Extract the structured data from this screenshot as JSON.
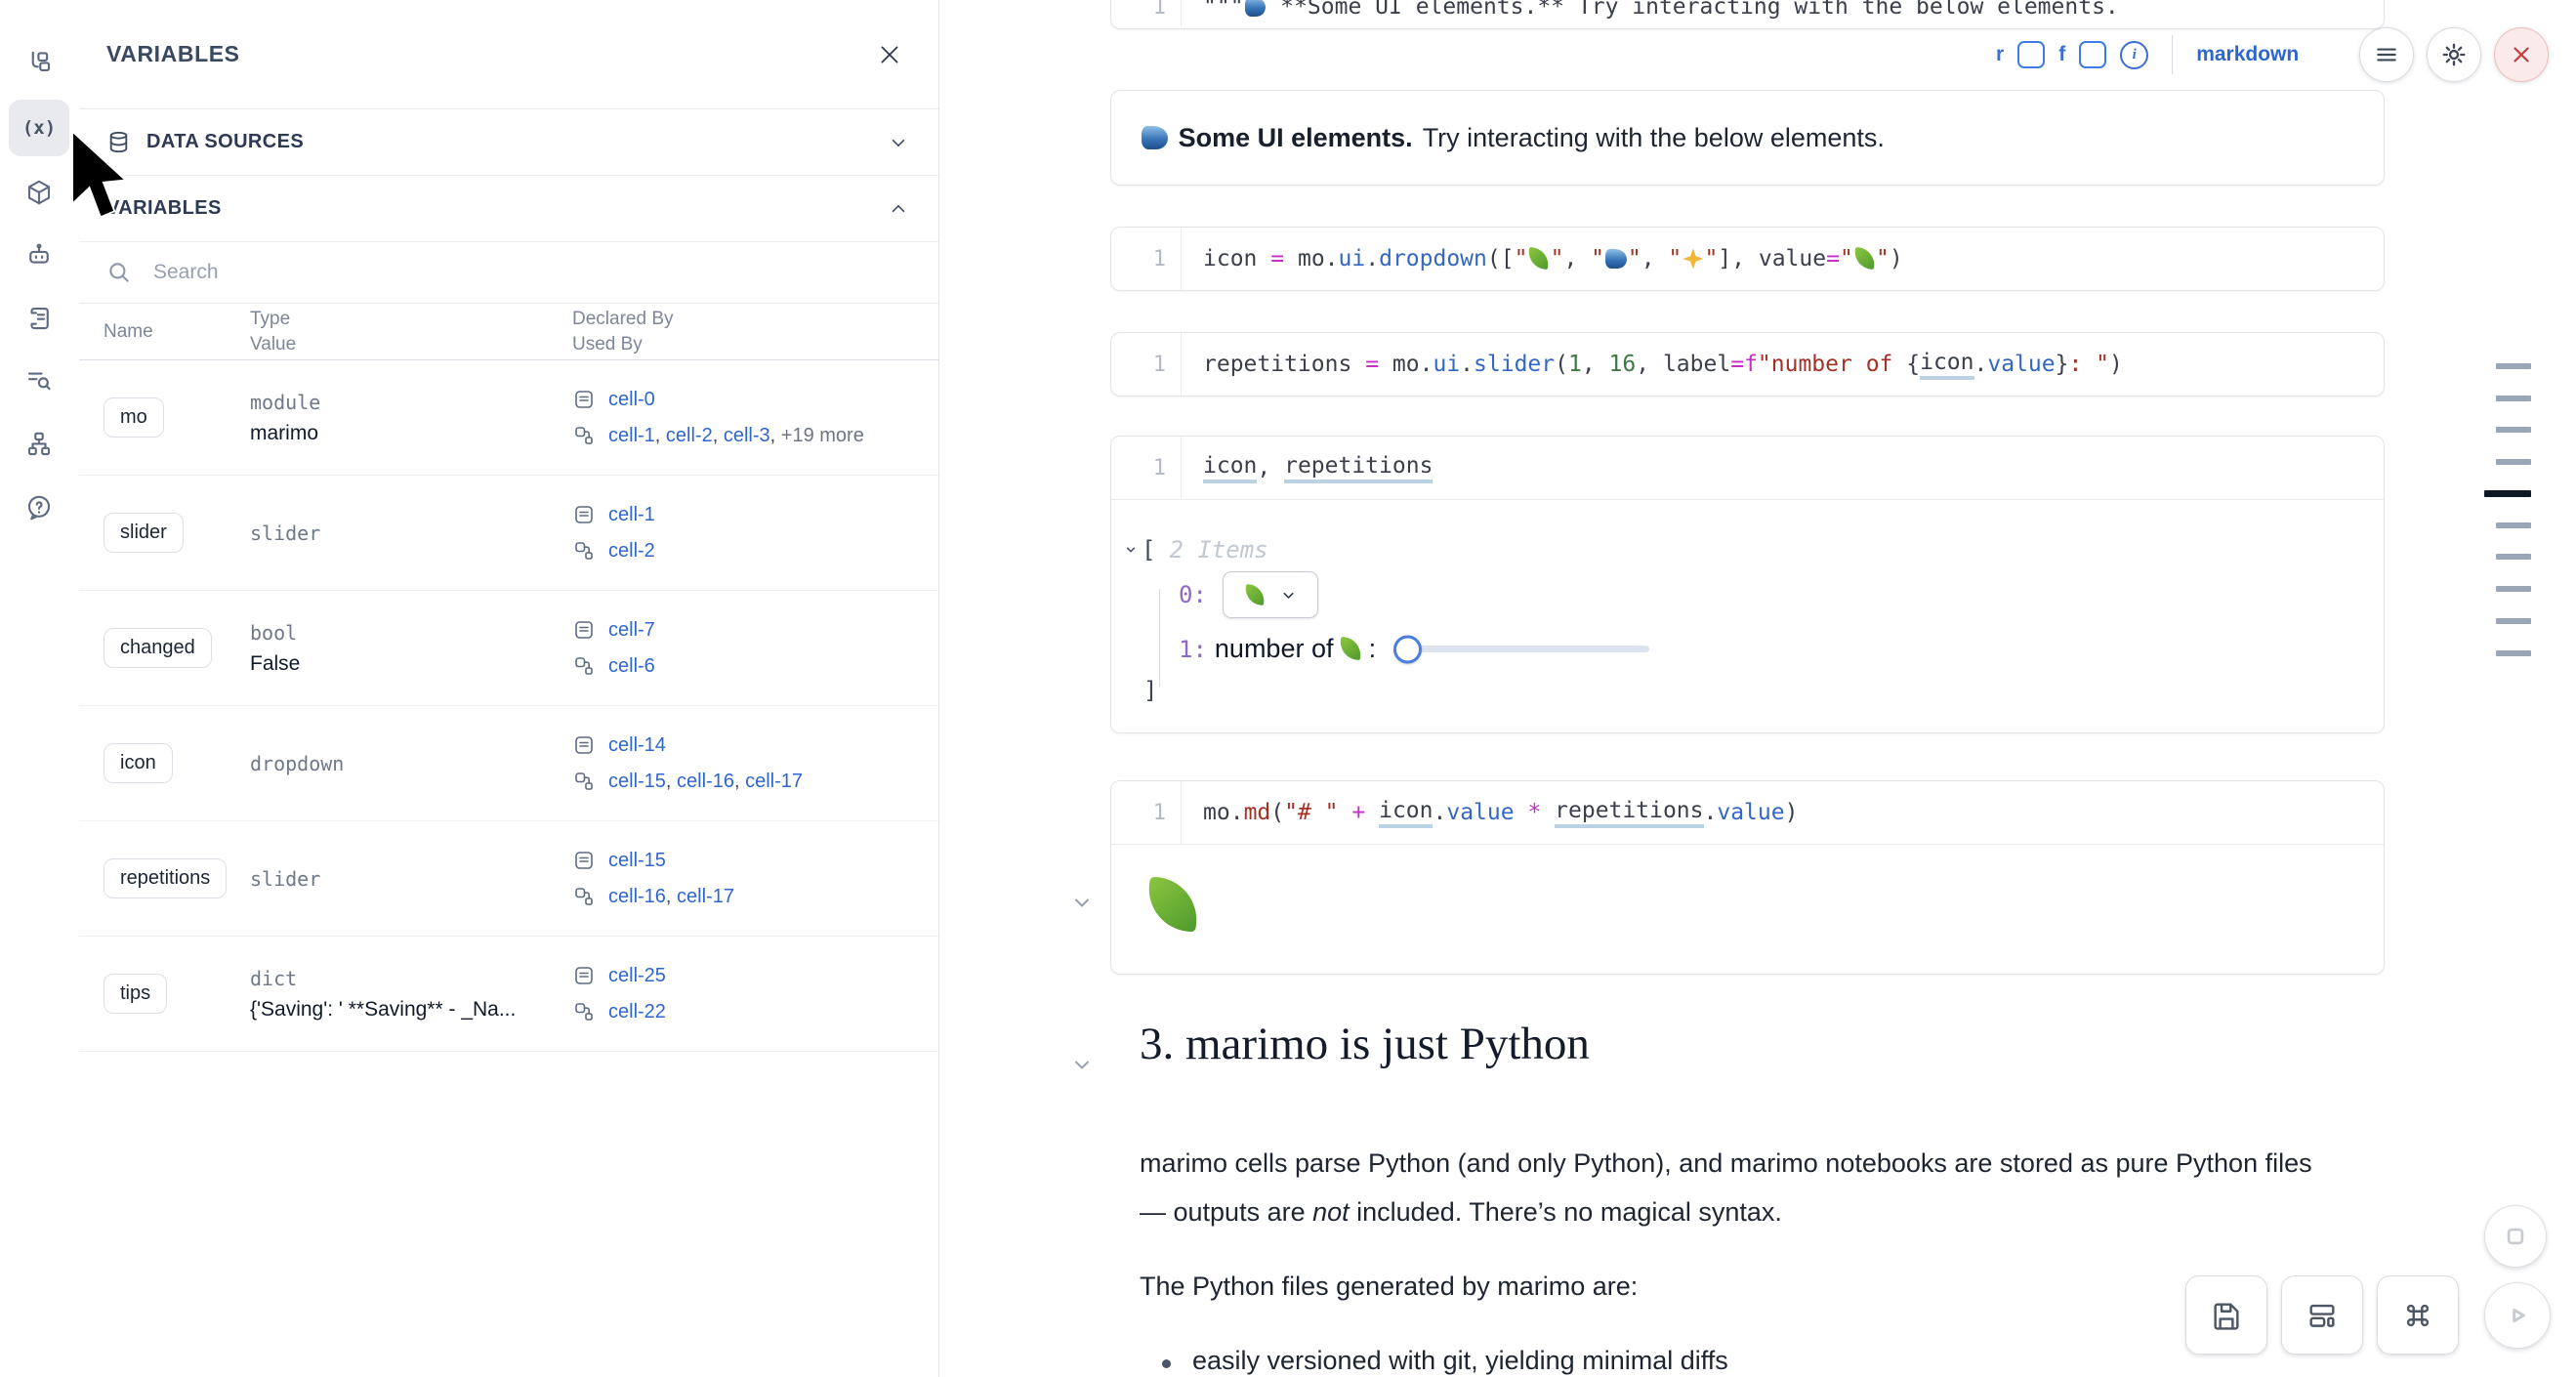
{
  "activity_bar": {
    "variables_glyph": "(x)"
  },
  "panel": {
    "title": "VARIABLES",
    "data_sources_label": "DATA SOURCES",
    "variables_label": "VARIABLES",
    "search_placeholder": "Search",
    "table": {
      "col_name": "Name",
      "col_type": "Type",
      "col_value": "Value",
      "col_declared": "Declared By",
      "col_used": "Used By",
      "rows": [
        {
          "name": "mo",
          "type": "module",
          "value": "marimo",
          "declared_by": [
            "cell-0"
          ],
          "used_by": [
            "cell-1",
            "cell-2",
            "cell-3"
          ],
          "more": "+19 more"
        },
        {
          "name": "slider",
          "type": "slider",
          "value": "",
          "declared_by": [
            "cell-1"
          ],
          "used_by": [
            "cell-2"
          ],
          "more": ""
        },
        {
          "name": "changed",
          "type": "bool",
          "value": "False",
          "declared_by": [
            "cell-7"
          ],
          "used_by": [
            "cell-6"
          ],
          "more": ""
        },
        {
          "name": "icon",
          "type": "dropdown",
          "value": "",
          "declared_by": [
            "cell-14"
          ],
          "used_by": [
            "cell-15",
            "cell-16",
            "cell-17"
          ],
          "more": ""
        },
        {
          "name": "repetitions",
          "type": "slider",
          "value": "",
          "declared_by": [
            "cell-15"
          ],
          "used_by": [
            "cell-16",
            "cell-17"
          ],
          "more": ""
        },
        {
          "name": "tips",
          "type": "dict",
          "value": "{'Saving': ' **Saving** - _Na...",
          "declared_by": [
            "cell-25"
          ],
          "used_by": [
            "cell-22"
          ],
          "more": ""
        }
      ]
    }
  },
  "notebook": {
    "cell_toolbar": {
      "r_label": "r",
      "f_label": "f",
      "lang_label": "markdown"
    },
    "cells": [
      {
        "line_no": "1",
        "tokens": [
          [
            "\"\"\"",
            "p"
          ],
          [
            "",
            "emoji-wave"
          ],
          [
            " **Some UI elements.** Try interacting with the below elements.",
            "p"
          ]
        ]
      },
      {
        "line_no": "1",
        "tokens": [
          [
            "icon",
            "p"
          ],
          [
            " ",
            "p"
          ],
          [
            "=",
            "o"
          ],
          [
            " ",
            "p"
          ],
          [
            "mo",
            "p"
          ],
          [
            ".",
            "p"
          ],
          [
            "ui",
            "f"
          ],
          [
            ".",
            "p"
          ],
          [
            "dropdown",
            "f"
          ],
          [
            "([",
            "p"
          ],
          [
            "\"",
            "s"
          ],
          [
            "",
            "emoji-leaf"
          ],
          [
            "\"",
            "s"
          ],
          [
            ", ",
            "p"
          ],
          [
            "\"",
            "s"
          ],
          [
            "",
            "emoji-wave"
          ],
          [
            "\"",
            "s"
          ],
          [
            ", ",
            "p"
          ],
          [
            "\"",
            "s"
          ],
          [
            "",
            "emoji-sparkles"
          ],
          [
            "\"",
            "s"
          ],
          [
            "], ",
            "p"
          ],
          [
            "value",
            "p"
          ],
          [
            "=",
            "o"
          ],
          [
            "\"",
            "s"
          ],
          [
            "",
            "emoji-leaf"
          ],
          [
            "\"",
            "s"
          ],
          [
            ")",
            "p"
          ]
        ]
      },
      {
        "line_no": "1",
        "tokens": [
          [
            "repetitions",
            "p"
          ],
          [
            " ",
            "p"
          ],
          [
            "=",
            "o"
          ],
          [
            " ",
            "p"
          ],
          [
            "mo",
            "p"
          ],
          [
            ".",
            "p"
          ],
          [
            "ui",
            "f"
          ],
          [
            ".",
            "p"
          ],
          [
            "slider",
            "f"
          ],
          [
            "(",
            "p"
          ],
          [
            "1",
            "n"
          ],
          [
            ", ",
            "p"
          ],
          [
            "16",
            "n"
          ],
          [
            ", ",
            "p"
          ],
          [
            "label",
            "p"
          ],
          [
            "=",
            "o"
          ],
          [
            "f",
            "o"
          ],
          [
            "\"number of ",
            "s"
          ],
          [
            "{",
            "p"
          ],
          [
            "icon",
            "v"
          ],
          [
            ".",
            "p"
          ],
          [
            "value",
            "f"
          ],
          [
            "}",
            "p"
          ],
          [
            ": \"",
            "s"
          ],
          [
            ")",
            "p"
          ]
        ]
      },
      {
        "line_no": "1",
        "tokens": [
          [
            "icon",
            "v"
          ],
          [
            ", ",
            "p"
          ],
          [
            "repetitions",
            "v"
          ]
        ]
      },
      {
        "line_no": "1",
        "tokens": [
          [
            "mo",
            "p"
          ],
          [
            ".",
            "p"
          ],
          [
            "md",
            "s"
          ],
          [
            "(",
            "p"
          ],
          [
            "\"# \"",
            "s"
          ],
          [
            " ",
            "p"
          ],
          [
            "+",
            "o"
          ],
          [
            " ",
            "p"
          ],
          [
            "icon",
            "v"
          ],
          [
            ".",
            "p"
          ],
          [
            "value",
            "f"
          ],
          [
            " ",
            "p"
          ],
          [
            "*",
            "o"
          ],
          [
            " ",
            "p"
          ],
          [
            "repetitions",
            "v"
          ],
          [
            ".",
            "p"
          ],
          [
            "value",
            "f"
          ],
          [
            ")",
            "p"
          ]
        ]
      }
    ],
    "outputs": {
      "markdown": {
        "bold": "Some UI elements.",
        "rest": " Try interacting with the below elements."
      },
      "tree": {
        "open_bracket": "[",
        "items_label": "2 Items",
        "index0": "0:",
        "index1": "1:",
        "slider_label": "number of",
        "slider_colon": ":",
        "close_bracket": "]"
      }
    },
    "section": {
      "heading": "3. marimo is just Python",
      "para1_line1": "marimo cells parse Python (and only Python), and marimo notebooks are stored as pure Python files",
      "para1_line2_pre": "— outputs are ",
      "para1_line2_italic": "not",
      "para1_line2_post": " included. There’s no magical syntax.",
      "para2": "The Python files generated by marimo are:",
      "bullet1": "easily versioned with git, yielding minimal diffs"
    }
  },
  "minimap": {
    "count": 10,
    "active_index": 4
  }
}
